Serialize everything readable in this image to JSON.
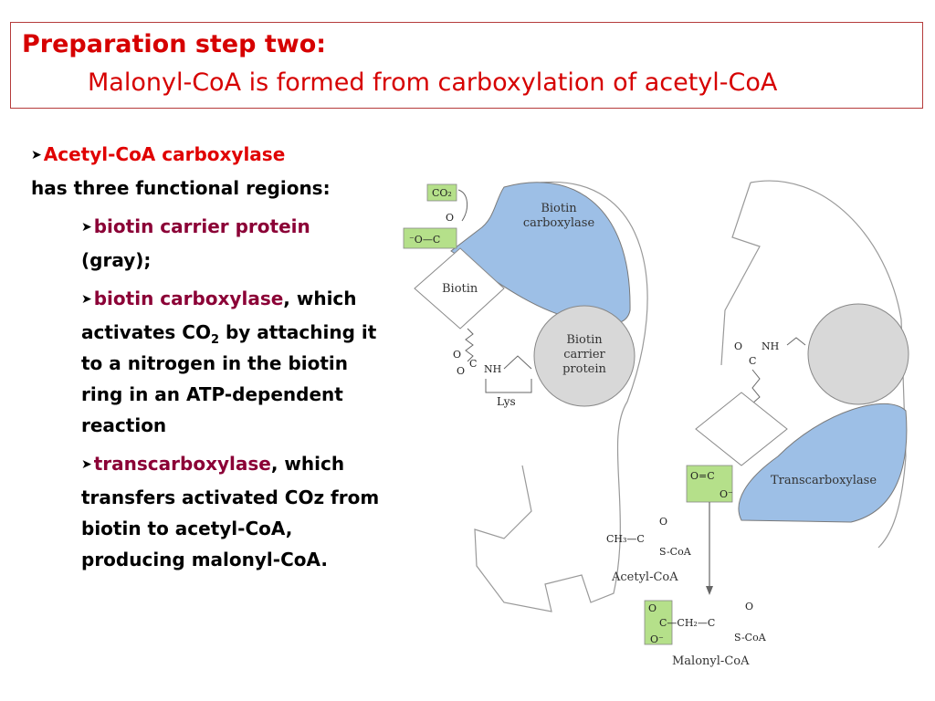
{
  "title": {
    "line1": "Preparation step two:",
    "line2": "Malonyl-CoA is formed from carboxylation of acetyl-CoA"
  },
  "bullets": {
    "main_term": "Acetyl-CoA carboxylase",
    "main_rest": "has three functional regions:",
    "b1_term": "biotin carrier protein",
    "b1_rest": "(gray);",
    "b2_term": "biotin carboxylase",
    "b2_rest_a": ", which activates CO",
    "b2_sub": "2",
    "b2_rest_b": " by attaching it to a nitrogen in the biotin ring in an ATP-dependent reaction",
    "b3_term": "transcarboxylase",
    "b3_rest": ", which transfers activated COz from biotin to acetyl-CoA, producing malonyl-CoA."
  },
  "diagram": {
    "co2": "CO₂",
    "o_top": "O",
    "o_minus_c": "⁻O—C",
    "biotin_carboxylase": [
      "Biotin",
      "carboxylase"
    ],
    "biotin": "Biotin",
    "bcp": [
      "Biotin",
      "carrier",
      "protein"
    ],
    "o_left": "O",
    "c_left": "C",
    "nh_left": "NH",
    "lys": "Lys",
    "o_right": "O",
    "nh_right": "NH",
    "c_right": "C",
    "transcarboxylase": "Transcarboxylase",
    "o_eq_c": "O=C",
    "o_minus": "O⁻",
    "ch3_c": "CH₃—C",
    "o_acetyl": "O",
    "s_coa_acetyl": "S-CoA",
    "acetyl_coa": "Acetyl-CoA",
    "o_mal_l": "O",
    "c_mal": "C—CH₂—C",
    "o_mal_r": "O",
    "o_mal_bottom": "O⁻",
    "s_coa_mal": "S-CoA",
    "malonyl_coa": "Malonyl-CoA"
  },
  "colors": {
    "title_red": "#d60000",
    "term_red": "#e00000",
    "term_maroon": "#8b0036",
    "enzyme_blue": "#9dbfe6",
    "carrier_gray": "#d8d8d8",
    "highlight_green": "#b5e08a"
  }
}
